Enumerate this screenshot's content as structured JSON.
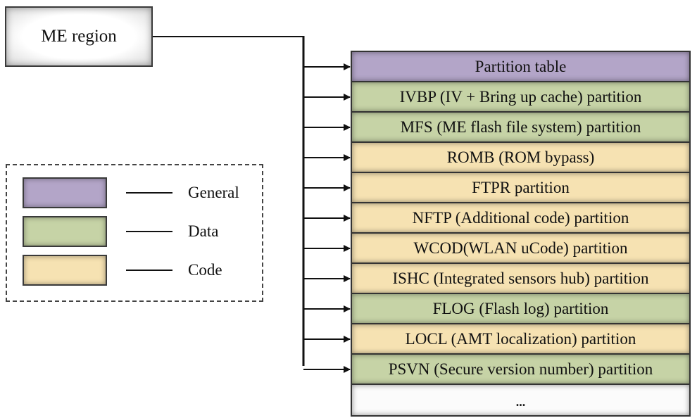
{
  "title": "ME region",
  "partitions": [
    {
      "label": "Partition table",
      "category": "General"
    },
    {
      "label": "IVBP (IV + Bring up cache) partition",
      "category": "Data"
    },
    {
      "label": "MFS (ME flash file system) partition",
      "category": "Data"
    },
    {
      "label": "ROMB (ROM bypass)",
      "category": "Code"
    },
    {
      "label": "FTPR partition",
      "category": "Code"
    },
    {
      "label": "NFTP (Additional code) partition",
      "category": "Code"
    },
    {
      "label": "WCOD(WLAN uCode) partition",
      "category": "Code"
    },
    {
      "label": "ISHC (Integrated sensors hub) partition",
      "category": "Code"
    },
    {
      "label": "FLOG (Flash log) partition",
      "category": "Data"
    },
    {
      "label": "LOCL (AMT localization) partition",
      "category": "Code"
    },
    {
      "label": "PSVN (Secure version number) partition",
      "category": "Data"
    },
    {
      "label": "...",
      "category": "None"
    }
  ],
  "legend": [
    {
      "label": "General",
      "color": "#b3a5c8"
    },
    {
      "label": "Data",
      "color": "#c6d3a6"
    },
    {
      "label": "Code",
      "color": "#f6e2b2"
    }
  ]
}
